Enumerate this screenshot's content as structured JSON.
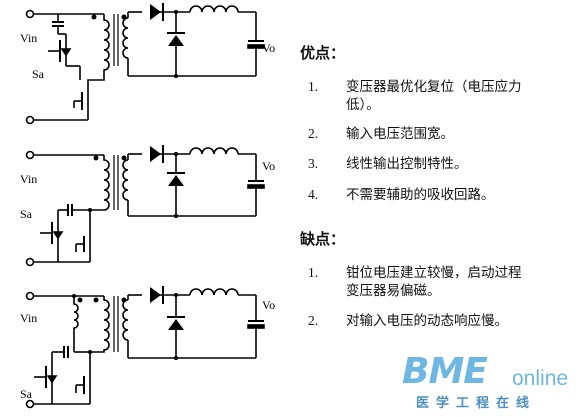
{
  "circuits": {
    "labels": {
      "vin": "Vin",
      "sa": "Sa",
      "vo": "Vo"
    }
  },
  "advantages": {
    "title": "优点：",
    "items": [
      {
        "num": "1.",
        "lines": [
          "变压器最优化复位（电压应力",
          "低）。"
        ]
      },
      {
        "num": "2.",
        "lines": [
          "输入电压范围宽。"
        ]
      },
      {
        "num": "3.",
        "lines": [
          "线性输出控制特性。"
        ]
      },
      {
        "num": "4.",
        "lines": [
          "不需要辅助的吸收回路。"
        ]
      }
    ]
  },
  "disadvantages": {
    "title": "缺点：",
    "items": [
      {
        "num": "1.",
        "lines": [
          "钳位电压建立较慢，启动过程",
          "变压器易偏磁。"
        ]
      },
      {
        "num": "2.",
        "lines": [
          "对输入电压的动态响应慢。"
        ]
      }
    ]
  },
  "watermark": {
    "brand": "BME",
    "suffix": "online",
    "subtitle": "医学工程在线",
    "color": "#6fb7e3"
  }
}
